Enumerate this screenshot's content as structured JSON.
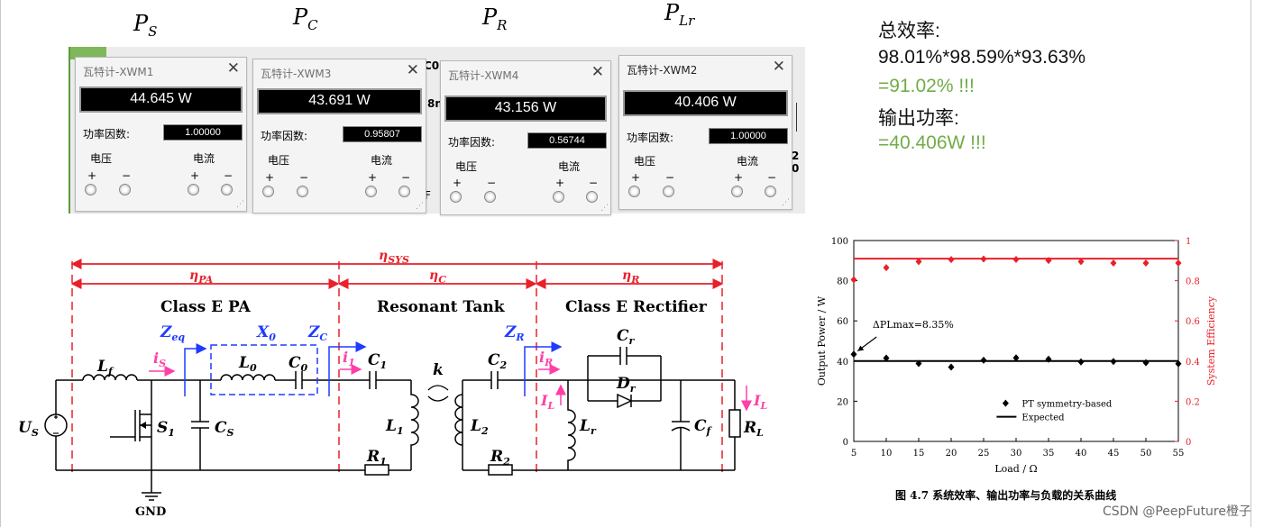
{
  "power_labels": [
    {
      "main": "P",
      "sub": "S"
    },
    {
      "main": "P",
      "sub": "C"
    },
    {
      "main": "P",
      "sub": "R"
    },
    {
      "main": "P",
      "sub": "Lr"
    }
  ],
  "meters": [
    {
      "title": "瓦特计-XWM1",
      "reading": "44.645 W",
      "pf_label": "功率因数:",
      "pf": "1.00000",
      "voltage": "电压",
      "current": "电流",
      "plus": "+",
      "minus": "−"
    },
    {
      "title": "瓦特计-XWM3",
      "reading": "43.691 W",
      "pf_label": "功率因数:",
      "pf": "0.95807",
      "voltage": "电压",
      "current": "电流",
      "plus": "+",
      "minus": "−"
    },
    {
      "title": "瓦特计-XWM4",
      "reading": "43.156 W",
      "pf_label": "功率因数:",
      "pf": "0.56744",
      "voltage": "电压",
      "current": "电流",
      "plus": "+",
      "minus": "−"
    },
    {
      "title": "瓦特计-XWM2",
      "reading": "40.406 W",
      "pf_label": "功率因数:",
      "pf": "1.00000",
      "voltage": "电压",
      "current": "电流",
      "plus": "+",
      "minus": "−"
    }
  ],
  "background_fragments": [
    "C0",
    "8n",
    "F",
    "2 0"
  ],
  "efficiency": {
    "total_label": "总效率:",
    "formula": "98.01%*98.59%*93.63%",
    "total_result": "=91.02%    !!!",
    "output_label": "输出功率:",
    "output_result": "=40.406W   !!!"
  },
  "circuit": {
    "eta_sys": "ηSYS",
    "eta_pa": "ηPA",
    "eta_c": "ηC",
    "eta_r": "ηR",
    "section_pa": "Class E PA",
    "section_tank": "Resonant Tank",
    "section_rect": "Class E Rectifier",
    "labels": {
      "zeq": "Zeq",
      "x0": "X0",
      "zc": "ZC",
      "zr": "ZR",
      "lf": "Lf",
      "l0": "L0",
      "c0": "C0",
      "c1": "C1",
      "c2": "C2",
      "cr": "Cr",
      "dr": "Dr",
      "is": "iS",
      "i1": "i1",
      "ir": "iR",
      "il_rect": "IL",
      "il_load": "IL",
      "k": "k",
      "us": "US",
      "s1": "S1",
      "cs": "CS",
      "l1": "L1",
      "r1": "R1",
      "l2": "L2",
      "r2": "R2",
      "lr": "Lr",
      "cf": "Cf",
      "rl": "RL",
      "gnd": "GND"
    },
    "colors": {
      "eta": "#e8202a",
      "impedance": "#1f3bff",
      "current": "#ff3fa8",
      "wire": "#000000"
    }
  },
  "chart_data": {
    "type": "scatter",
    "title": "",
    "xlabel": "Load / Ω",
    "ylabel_left": "Output Power / W",
    "ylabel_right": "System Efficiency",
    "xlim": [
      5,
      55
    ],
    "ylim_left": [
      0,
      100
    ],
    "ylim_right": [
      0,
      1
    ],
    "x_ticks": [
      5,
      10,
      15,
      20,
      25,
      30,
      35,
      40,
      45,
      50,
      55
    ],
    "y_ticks_left": [
      0,
      20,
      40,
      60,
      80,
      100
    ],
    "y_ticks_right": [
      0,
      0.2,
      0.4,
      0.6,
      0.8,
      1
    ],
    "annotation": "ΔPLmax=8.35%",
    "series": [
      {
        "name": "PT symmetry-based",
        "axis": "left",
        "color": "#000000",
        "marker": "diamond",
        "x": [
          5,
          10,
          15,
          20,
          25,
          30,
          35,
          40,
          45,
          50,
          55
        ],
        "y": [
          43.4,
          41.5,
          38.8,
          37.0,
          40.4,
          41.6,
          40.9,
          39.6,
          39.8,
          39.2,
          38.7
        ]
      },
      {
        "name": "Expected",
        "axis": "left",
        "color": "#000000",
        "marker": "line",
        "x": [
          5,
          55
        ],
        "y": [
          40,
          40
        ]
      },
      {
        "name": "",
        "axis": "right",
        "color": "#e8202a",
        "marker": "diamond",
        "x": [
          5,
          10,
          15,
          20,
          25,
          30,
          35,
          40,
          45,
          50,
          55
        ],
        "y": [
          0.805,
          0.865,
          0.895,
          0.905,
          0.908,
          0.906,
          0.901,
          0.895,
          0.888,
          0.888,
          0.888
        ]
      },
      {
        "name": "",
        "axis": "right",
        "color": "#e8202a",
        "marker": "line",
        "x": [
          5,
          55
        ],
        "y": [
          0.91,
          0.91
        ]
      }
    ],
    "legend": [
      {
        "label": "PT symmetry-based",
        "marker": "diamond"
      },
      {
        "label": "Expected",
        "marker": "line"
      }
    ],
    "legend_position": "lower-right"
  },
  "caption": "图 4.7  系统效率、输出功率与负载的关系曲线",
  "watermark": "CSDN @PeepFuture橙子"
}
